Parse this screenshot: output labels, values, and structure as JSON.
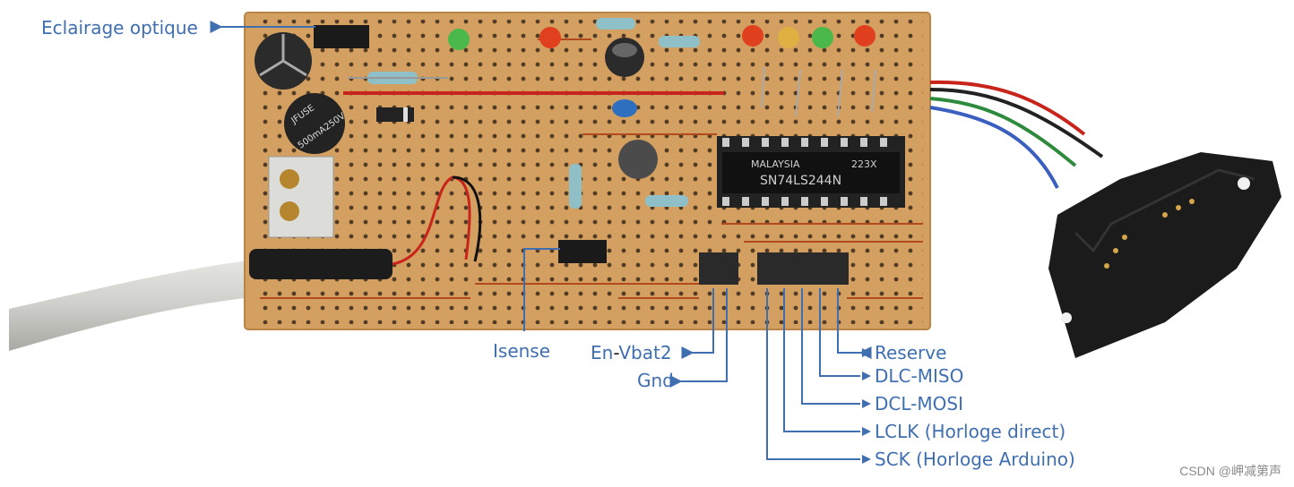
{
  "labels": {
    "eclairage": "Eclairage  optique",
    "isense": "Isense",
    "en_vbat2_prefix": "En",
    "en_vbat2_dash": "-",
    "en_vbat2_suffix": "Vbat2",
    "gnd": "Gnd",
    "reserve": "Reserve",
    "dlc_miso": "DLC-MISO",
    "dcl_mosi": "DCL-MOSI",
    "lclk": "LCLK (Horloge direct)",
    "sck": "SCK (Horloge Arduino)"
  },
  "ic": {
    "line1": "MALAYSIA",
    "line2": "223X",
    "line3": "SN74LS244N"
  },
  "fuse_text": "JFUSE\n500mA250V",
  "watermark": "CSDN @岬减第声",
  "colors": {
    "label_blue": "#3f6fb0",
    "board": "#d4a061",
    "board_edge": "#b98446",
    "hole": "#3b2a1a",
    "copper": "#b34a1e",
    "cable": "#d0d0cc"
  },
  "icons": [
    "arrow-left-icon",
    "led-icon",
    "resistor-icon",
    "capacitor-icon",
    "ic-chip-icon",
    "connector-icon"
  ]
}
